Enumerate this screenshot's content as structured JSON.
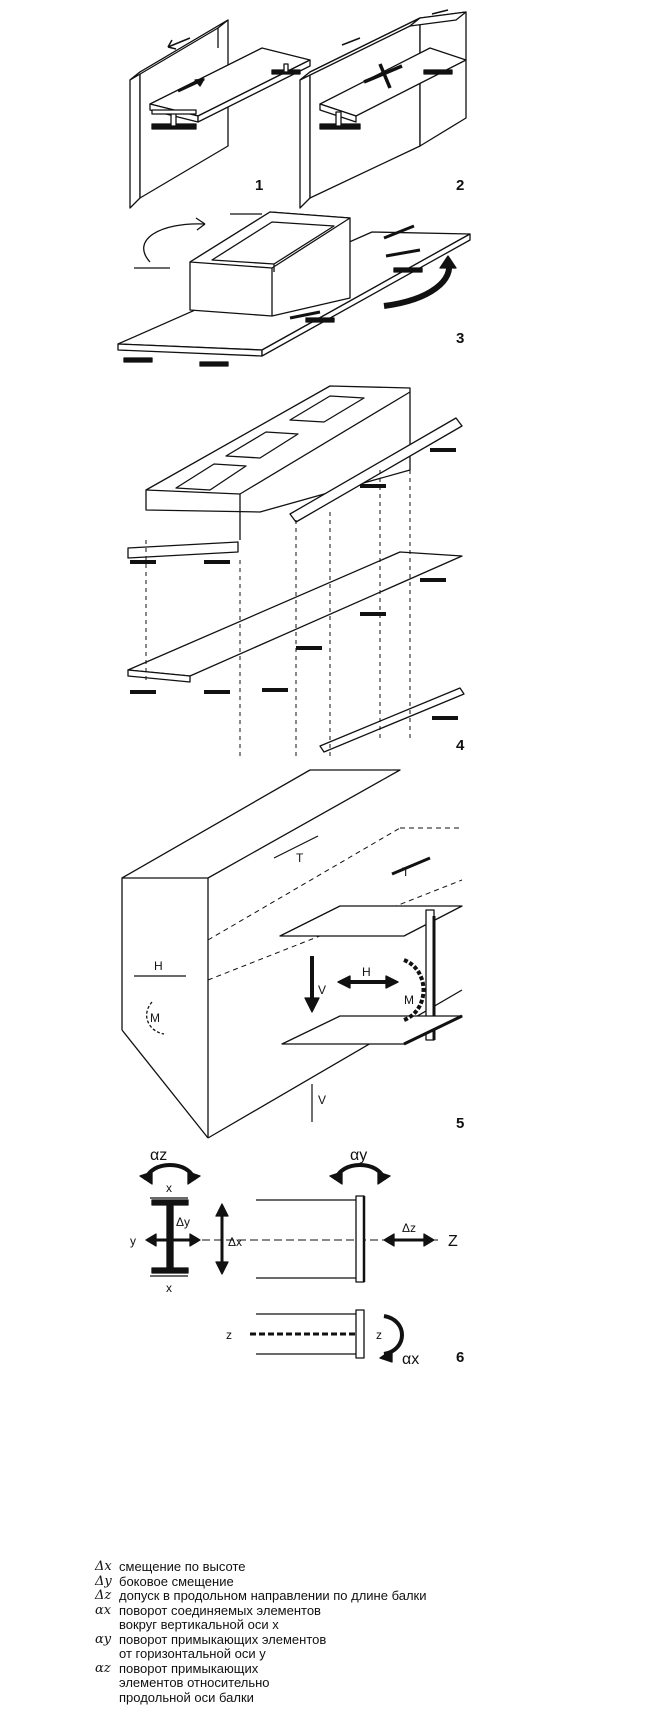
{
  "figures": {
    "f1": "1",
    "f2": "2",
    "f3": "3",
    "f4": "4",
    "f5": "5",
    "f6": "6"
  },
  "fig5_labels": {
    "T1": "T",
    "T2": "T",
    "H1": "H",
    "H2": "H",
    "V1": "V",
    "V2": "V",
    "M1": "M",
    "M2": "M"
  },
  "fig6_labels": {
    "az": "αz",
    "ay": "αy",
    "ax": "αx",
    "x_top": "x",
    "x_bottom": "x",
    "y": "y",
    "dy": "Δy",
    "dx": "Δx",
    "dz": "Δz",
    "Z": "Z",
    "z1": "z",
    "z2": "z"
  },
  "legend": [
    {
      "symbol": "Δx",
      "lines": [
        "смещение по высоте"
      ]
    },
    {
      "symbol": "Δy",
      "lines": [
        "боковое смещение"
      ]
    },
    {
      "symbol": "Δz",
      "lines": [
        "допуск в продольном направлении по длине балки"
      ]
    },
    {
      "symbol": "αx",
      "lines": [
        "поворот соединяемых элементов",
        "вокруг вертикальной оси x"
      ]
    },
    {
      "symbol": "αy",
      "lines": [
        "поворот примыкающих элементов",
        "от горизонтальной оси y"
      ]
    },
    {
      "symbol": "αz",
      "lines": [
        "поворот примыкающих",
        "элементов относительно",
        "продольной оси балки"
      ]
    }
  ]
}
